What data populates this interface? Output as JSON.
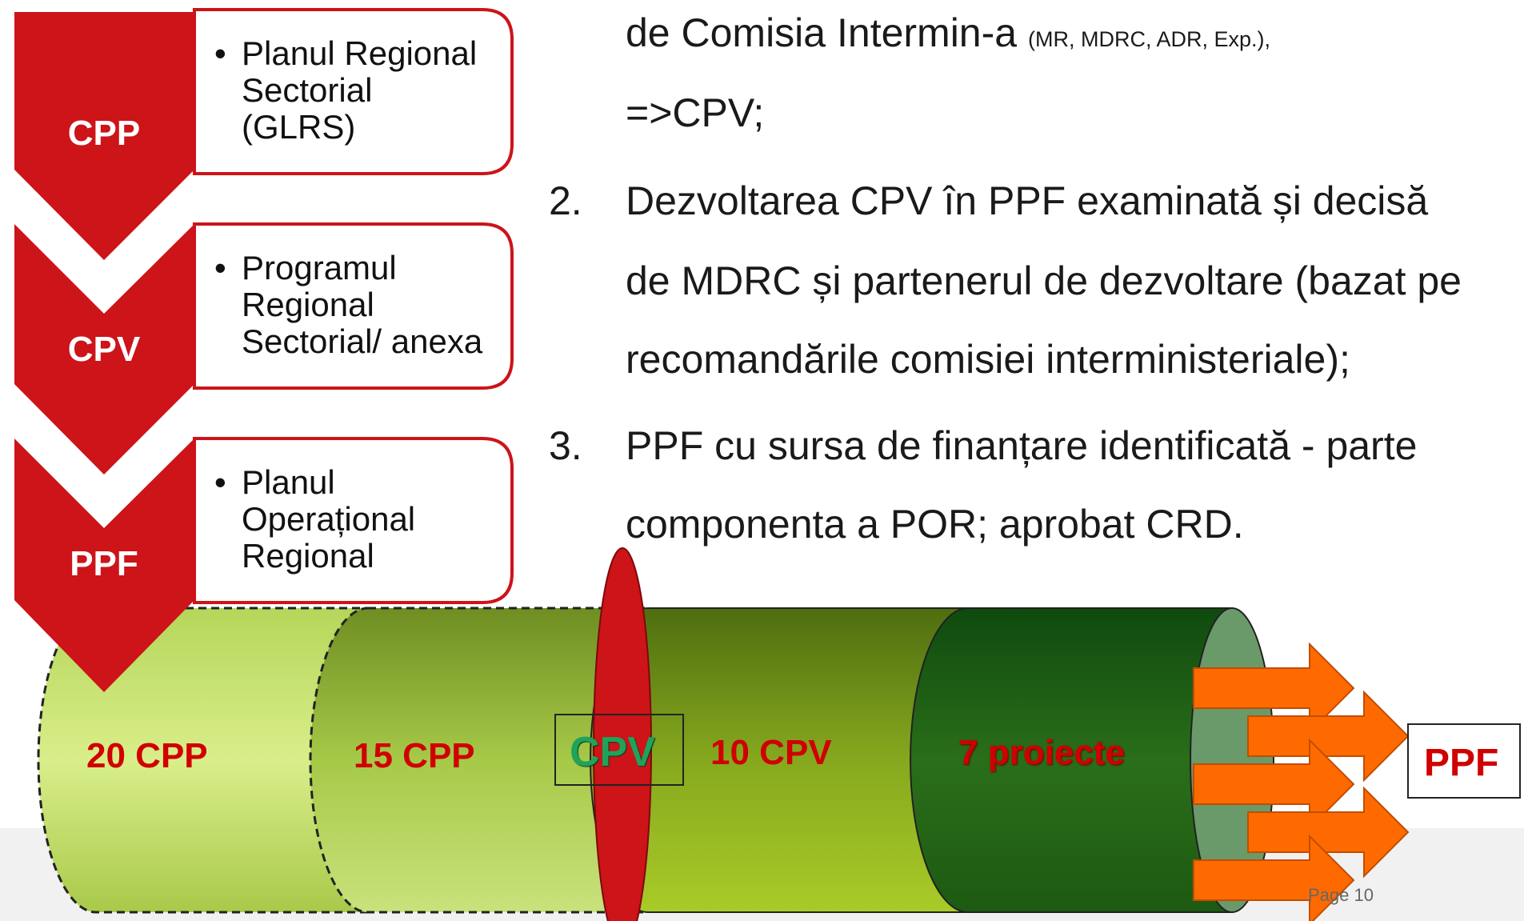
{
  "stages": [
    {
      "code": "CPP",
      "bullet": "•",
      "lines": [
        "Planul Regional",
        "Sectorial",
        "(GLRS)"
      ]
    },
    {
      "code": "CPV",
      "bullet": "•",
      "lines": [
        "Programul",
        "Regional",
        "Sectorial/ anexa"
      ]
    },
    {
      "code": "PPF",
      "bullet": "•",
      "lines": [
        "Planul",
        "Operațional",
        "Regional"
      ]
    }
  ],
  "steps": {
    "line0_main": "de Comisia Intermin-a ",
    "line0_small": "(MR, MDRC, ADR, Exp.),",
    "line1": "=>CPV;",
    "item2_num": "2.",
    "item2_lines": [
      "Dezvoltarea CPV în PPF examinată și decisă",
      "de MDRC și partenerul de dezvoltare (bazat pe",
      "recomandările comisiei interministeriale);"
    ],
    "item3_num": "3.",
    "item3_lines": [
      "PPF cu sursa de finanțare identificată - parte",
      "componenta a POR; aprobat CRD."
    ]
  },
  "pipeline": {
    "segments": [
      "20 CPP",
      "15 CPP",
      "10 CPV",
      "7 proiecte"
    ],
    "gate_label": "CPV",
    "output_label": "PPF",
    "output_arrow_count": 5
  },
  "colors": {
    "chevron_red": "#cc1419",
    "pipe_light": "#c5e06a",
    "pipe_mid": "#8fb32a",
    "pipe_dark": "#1e5a12",
    "arrow_orange": "#ff6a00",
    "label_red": "#d00000",
    "gate_green": "#1fa35a"
  },
  "footer": {
    "page": "Page 10"
  }
}
